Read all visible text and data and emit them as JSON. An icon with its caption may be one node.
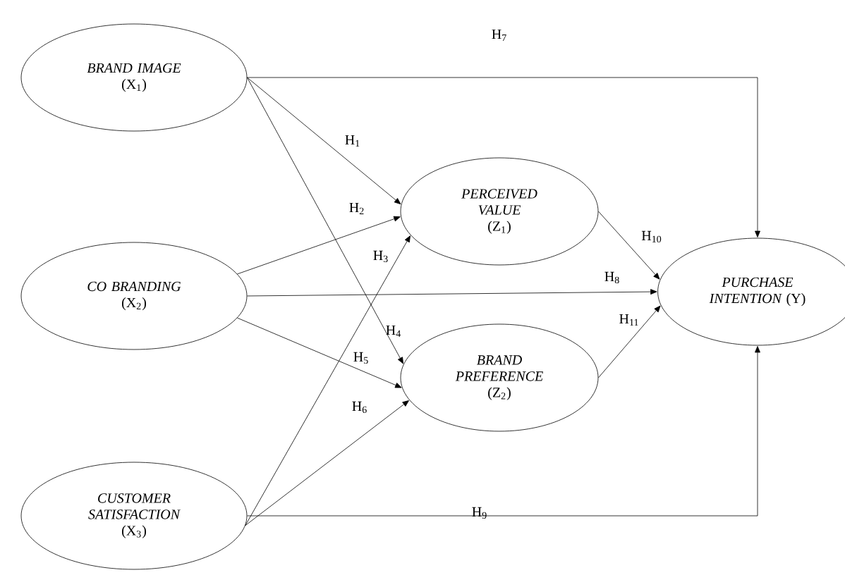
{
  "diagram": {
    "nodes": [
      {
        "text": [
          "BRAND IMAGE",
          "(X$_{1}$)"
        ]
      },
      {
        "text": [
          "CO BRANDING",
          "(X$_{2}$)"
        ]
      },
      {
        "text": [
          "CUSTOMER SATISFACTION",
          "(X$_{3}$)"
        ]
      },
      {
        "text": [
          "PERCEIVED VALUE",
          "(Z$_{1}$)"
        ]
      },
      {
        "text": [
          "BRAND PREFERENCE",
          "(Z$_{2}$)"
        ]
      },
      {
        "text": [
          "PURCHASE INTENTION",
          "(Y)"
        ]
      }
    ],
    "edges": [
      {
        "from": 0,
        "to": 3,
        "arrow": "to",
        "label": "H$_{1}$"
      },
      {
        "from": 1,
        "to": 3,
        "arrow": "to",
        "label": "H$_{2}$"
      },
      {
        "from": 2,
        "to": 3,
        "arrow": "to",
        "label": "H$_{3}$"
      },
      {
        "from": 0,
        "to": 4,
        "arrow": "to",
        "label": "H$_{4}$"
      },
      {
        "from": 1,
        "to": 4,
        "arrow": "to",
        "label": "H$_{5}$"
      },
      {
        "from": 2,
        "to": 4,
        "arrow": "to",
        "label": "H$_{6}$"
      },
      {
        "from": 0,
        "to": 5,
        "arrow": "to",
        "label": "H$_{7}$"
      },
      {
        "from": 1,
        "to": 5,
        "arrow": "to",
        "label": "H$_{8}$"
      },
      {
        "from": 2,
        "to": 5,
        "arrow": "to",
        "label": "H$_{9}$"
      },
      {
        "from": 3,
        "to": 5,
        "arrow": "to",
        "label": "H$_{10}$"
      },
      {
        "from": 4,
        "to": 5,
        "arrow": "to",
        "label": "H$_{11}$"
      }
    ]
  }
}
